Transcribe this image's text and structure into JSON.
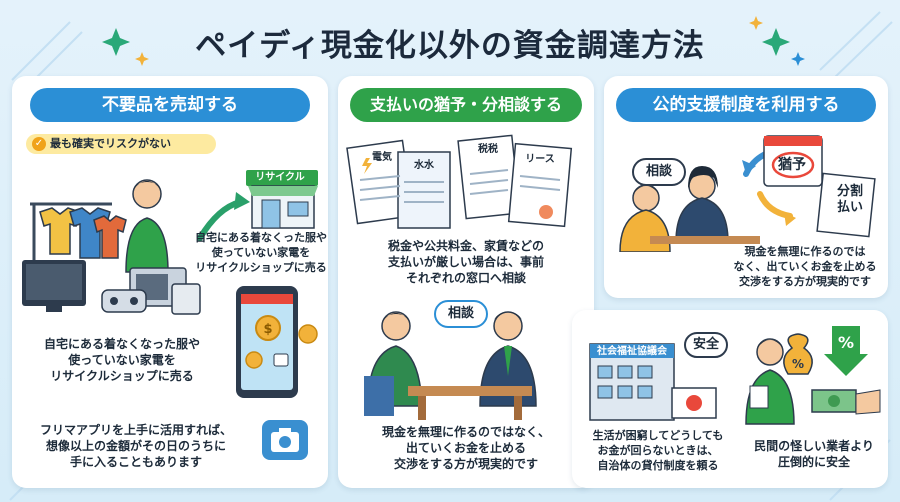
{
  "title": "ペイディ現金化以外の資金調達方法",
  "panel1": {
    "header": "不要品を売却する",
    "badge": "最も確実でリスクがない",
    "shop_sign": "リサイクル",
    "text_top": [
      "自宅にある着なくった服や",
      "使っていない家電を",
      "リサイクルショップに売る"
    ],
    "text_mid": [
      "自宅にある着なくなった服や",
      "使っていない家電を",
      "リサイクルショップに売る"
    ],
    "text_bottom": [
      "フリマアプリを上手に活用すれば、",
      "想像以上の金額がその日のうちに",
      "手に入ることもあります"
    ]
  },
  "panel2": {
    "header": "支払いの猶予・分相談する",
    "docs": [
      "電気",
      "水水",
      "税税",
      "リース"
    ],
    "text_top": [
      "税金や公共料金、家賃などの",
      "支払いが厳しい場合は、事前",
      "それぞれの窓口へ相談"
    ],
    "bubble": "相談",
    "text_bottom": [
      "現金を無理に作るのではなく、",
      "出ていくお金を止める",
      "交渉をする方が現実的です"
    ]
  },
  "panel3": {
    "header": "公的支援制度を利用する",
    "bubble": "相談",
    "stamp": "猶予",
    "doc": [
      "分割",
      "払い"
    ],
    "text": [
      "現金を無理に作るのでは",
      "なく、出ていくお金を止める",
      "交渉をする方が現実的です"
    ]
  },
  "panel4": {
    "building_sign": "社会福祉協議会",
    "safety_bubble": "安全",
    "text_left": [
      "生活が困窮してどうしても",
      "お金が回らないときは、",
      "自治体の貸付制度を頼る"
    ],
    "text_right": [
      "民間の怪しい業者より",
      "圧倒的に安全"
    ]
  },
  "colors": {
    "header_blue": "#2b8fd6",
    "header_green": "#2fa24a",
    "badge_yellow": "#fdeaa0"
  }
}
